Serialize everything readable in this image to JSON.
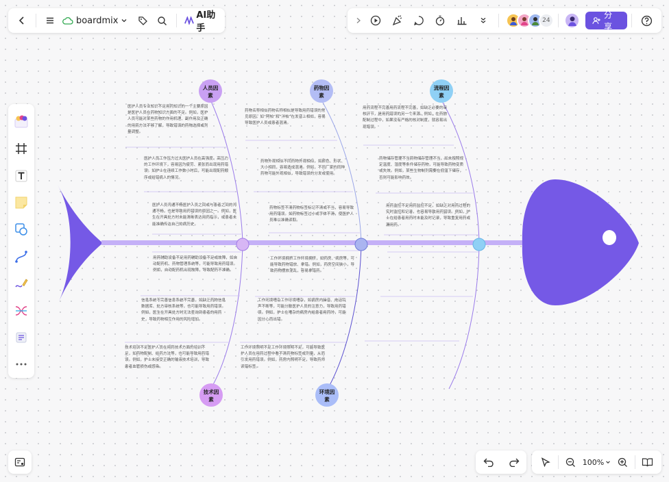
{
  "topbar": {
    "brand": "boardmix",
    "ai_label": "AI助手",
    "share_label": "分享",
    "collaborator_count": "24"
  },
  "zoom": {
    "level": "100%"
  },
  "colors": {
    "accent": "#6b52e0",
    "spine": "#c4b0f7",
    "fish": "#7559e6",
    "personnel": "#c9a0f3",
    "drug": "#b3bdf5",
    "process": "#8fd0f5",
    "tech": "#d69cf3",
    "environment": "#aabdf8"
  },
  "fishbone": {
    "categories": [
      {
        "id": "personnel",
        "label_l1": "人员因",
        "label_l2": "素"
      },
      {
        "id": "drug",
        "label_l1": "药物因",
        "label_l2": "素"
      },
      {
        "id": "process",
        "label_l1": "流程因",
        "label_l2": "素"
      },
      {
        "id": "tech",
        "label_l1": "技术因",
        "label_l2": "素"
      },
      {
        "id": "environment",
        "label_l1": "环境因",
        "label_l2": "素"
      }
    ],
    "notes": {
      "p1": "医护人员专业知识不足用药知识的一个主要原因是医护人员在药物知识方面的不足。例如，医护人员可能对某些药物的作用机理、副作用及正确的用药方法不够了解，导致错误的药物选择或剂量调整。",
      "p2": "医护人员工作压力过大医护人员在高强度、高压力的工作环境下，容易因为疲劳、紧张而出现用药错误。如护士在连续工作数小时后，可能出现配药顺序或给错病人的情况。",
      "p3": "医护人员沟通不畅医护人员之间或与患者之间的沟通不畅，也是导致用药错误的原因之一。例如，医生在开具处方时未能清晰表达用药指示，或患者未能准确传达自己的病历史。",
      "d1": "药物名称相似药物名称相似是导致用药错误的常见原因。如“阿帕”和“泮帕”在发音上相似，容易导致医护人员或患者混淆。",
      "d2": "药物外观相似不同药物外观相似，如颜色、形状、大小相同，容易造成混淆。例如，不同厂家的同种药物可能外观相似，导致错误的分发或使用。",
      "d3": "药物标签不清药物标签标记不清或不当，容易导致用药错误。如药物标签过小或字体不清，使医护人员难以准确读取。",
      "r1": "用药流程不完善用药流程不完善，如缺乏必要的审核环节，是用药错误的另一个来源。例如，在药物配制过程中，如果没有严格的核对制度，就容易出现错误。",
      "r2": "药物储存管理不当药物储存管理不当，如未按照规定温度、湿度等条件储存药物，可能导致药物变质或失效。例如，某些生物制剂需要在低温下储存，否则可能影响药效。",
      "r3": "用药监控不足用药监控不足，如缺乏对用药过程的实时监控和记录，也容易导致用药错误。例如，护士在给患者用药时未能及时记录，导致重复用药或漏用药。",
      "t1": "用药辅助设备不足用药辅助设备不足或故障，如自动配药机、药物管理系统等，可能导致用药错误。例如，自动配药机出现故障，导致配药不准确。",
      "t2": "信息系统不完善信息系统不完善，如缺乏药物信息数据库、处方审核系统等，也可能导致用药错误。例如，医生在开具处方时无法查询到患者的用药史，导致药物相互作用的风险增加。",
      "t3": "技术培训不足医护人员在用药技术方面的培训不足，如药物配制、给药方法等，也可能导致用药错误。例如，护士未接受正确的输液技术培训，导致患者血管损伤或感染。",
      "e1": "工作环境拥挤工作环境拥挤，如药房、病房等，可能导致药物错放、拿错。例如，药房空间狭小，导致药物摆放混乱，容易拿错药。",
      "e2": "工作环境嘈杂工作环境嘈杂，如病房内噪音、电话铃声不断等，可能分散医护人员的注意力，导致用药错误。例如，护士在嘈杂的病房内给患者用药时，可能因分心而出错。",
      "e3": "工作环境照明不足工作环境照明不足，可能导致医护人员在用药过程中看不清药物标签或剂量，从而引发用药错误。例如，药房内照明不足，导致药师读错标签。"
    }
  }
}
